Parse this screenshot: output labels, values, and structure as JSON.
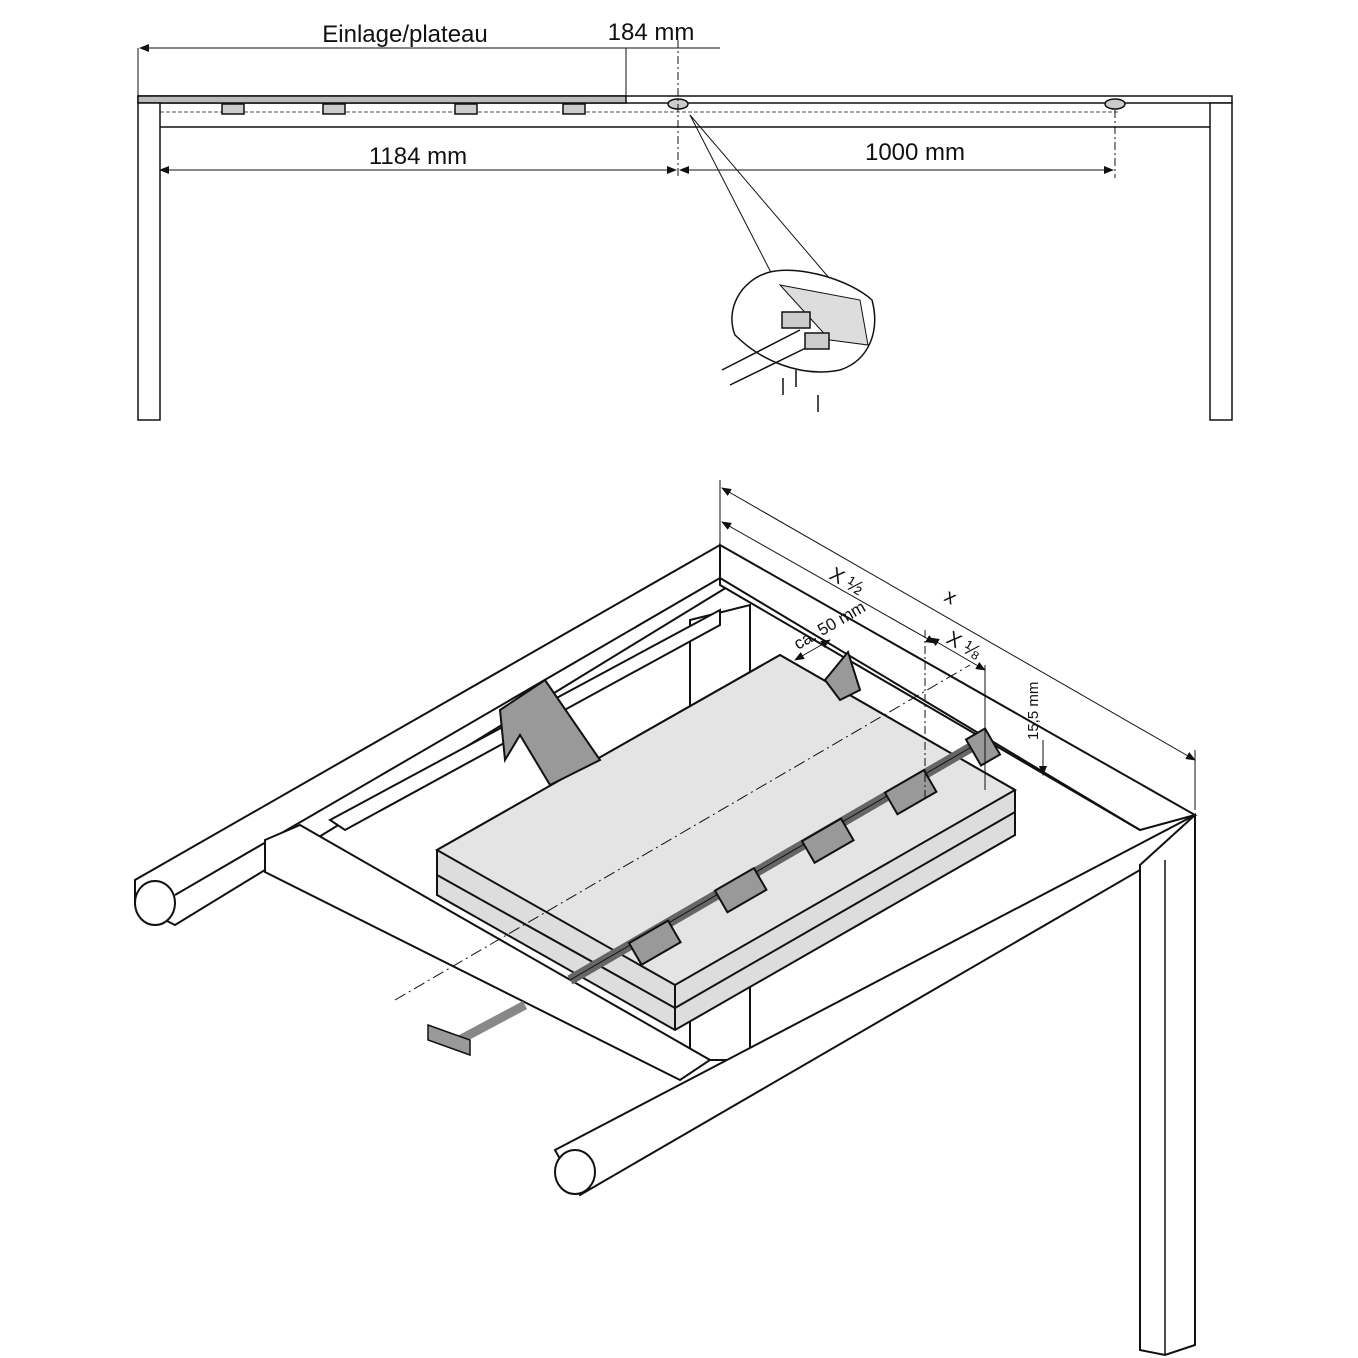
{
  "top_view": {
    "insert_label": "Einlage/plateau",
    "dim_insert_offset": "184 mm",
    "dim_left": "1184 mm",
    "dim_right": "1000 mm"
  },
  "iso_view": {
    "dim_x_half": "X ½",
    "dim_x": "x",
    "dim_ca50": "ca. 50 mm",
    "dim_x_eighth": "X ⅛",
    "dim_15_5": "15,5 mm"
  },
  "colors": {
    "line": "#111111",
    "board": "#d9d9d9",
    "metal": "#8a8a8a"
  }
}
